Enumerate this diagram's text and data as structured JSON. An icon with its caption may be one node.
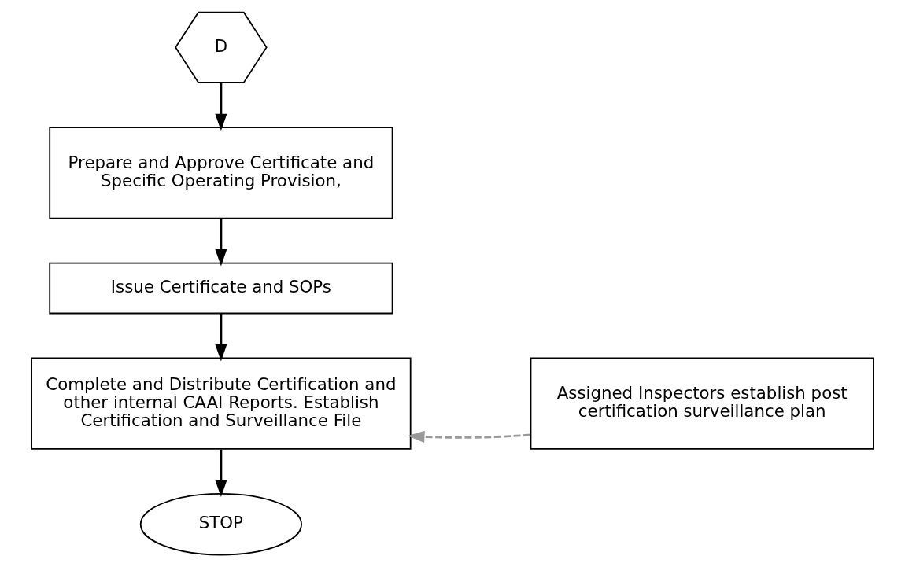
{
  "diagram": {
    "nodes": [
      {
        "text": [
          "D"
        ]
      },
      {
        "text": [
          "Prepare and Approve Certificate and Specific Operating Provision,"
        ]
      },
      {
        "text": [
          "Issue Certificate and SOPs"
        ]
      },
      {
        "text": [
          "Complete and Distribute Certification and other internal CAAI Reports. Establish Certification and Surveillance File"
        ]
      },
      {
        "text": [
          "Assigned Inspectors establish post certification surveillance plan"
        ]
      },
      {
        "text": [
          "STOP"
        ]
      }
    ],
    "edges": [
      {
        "from": 0,
        "to": 1,
        "arrow": "to"
      },
      {
        "from": 1,
        "to": 2,
        "arrow": "to"
      },
      {
        "from": 2,
        "to": 3,
        "arrow": "to"
      },
      {
        "from": 4,
        "to": 3,
        "arrow": "to",
        "style": "dashed",
        "color": "#999999"
      },
      {
        "from": 3,
        "to": 5,
        "arrow": "to"
      }
    ]
  }
}
